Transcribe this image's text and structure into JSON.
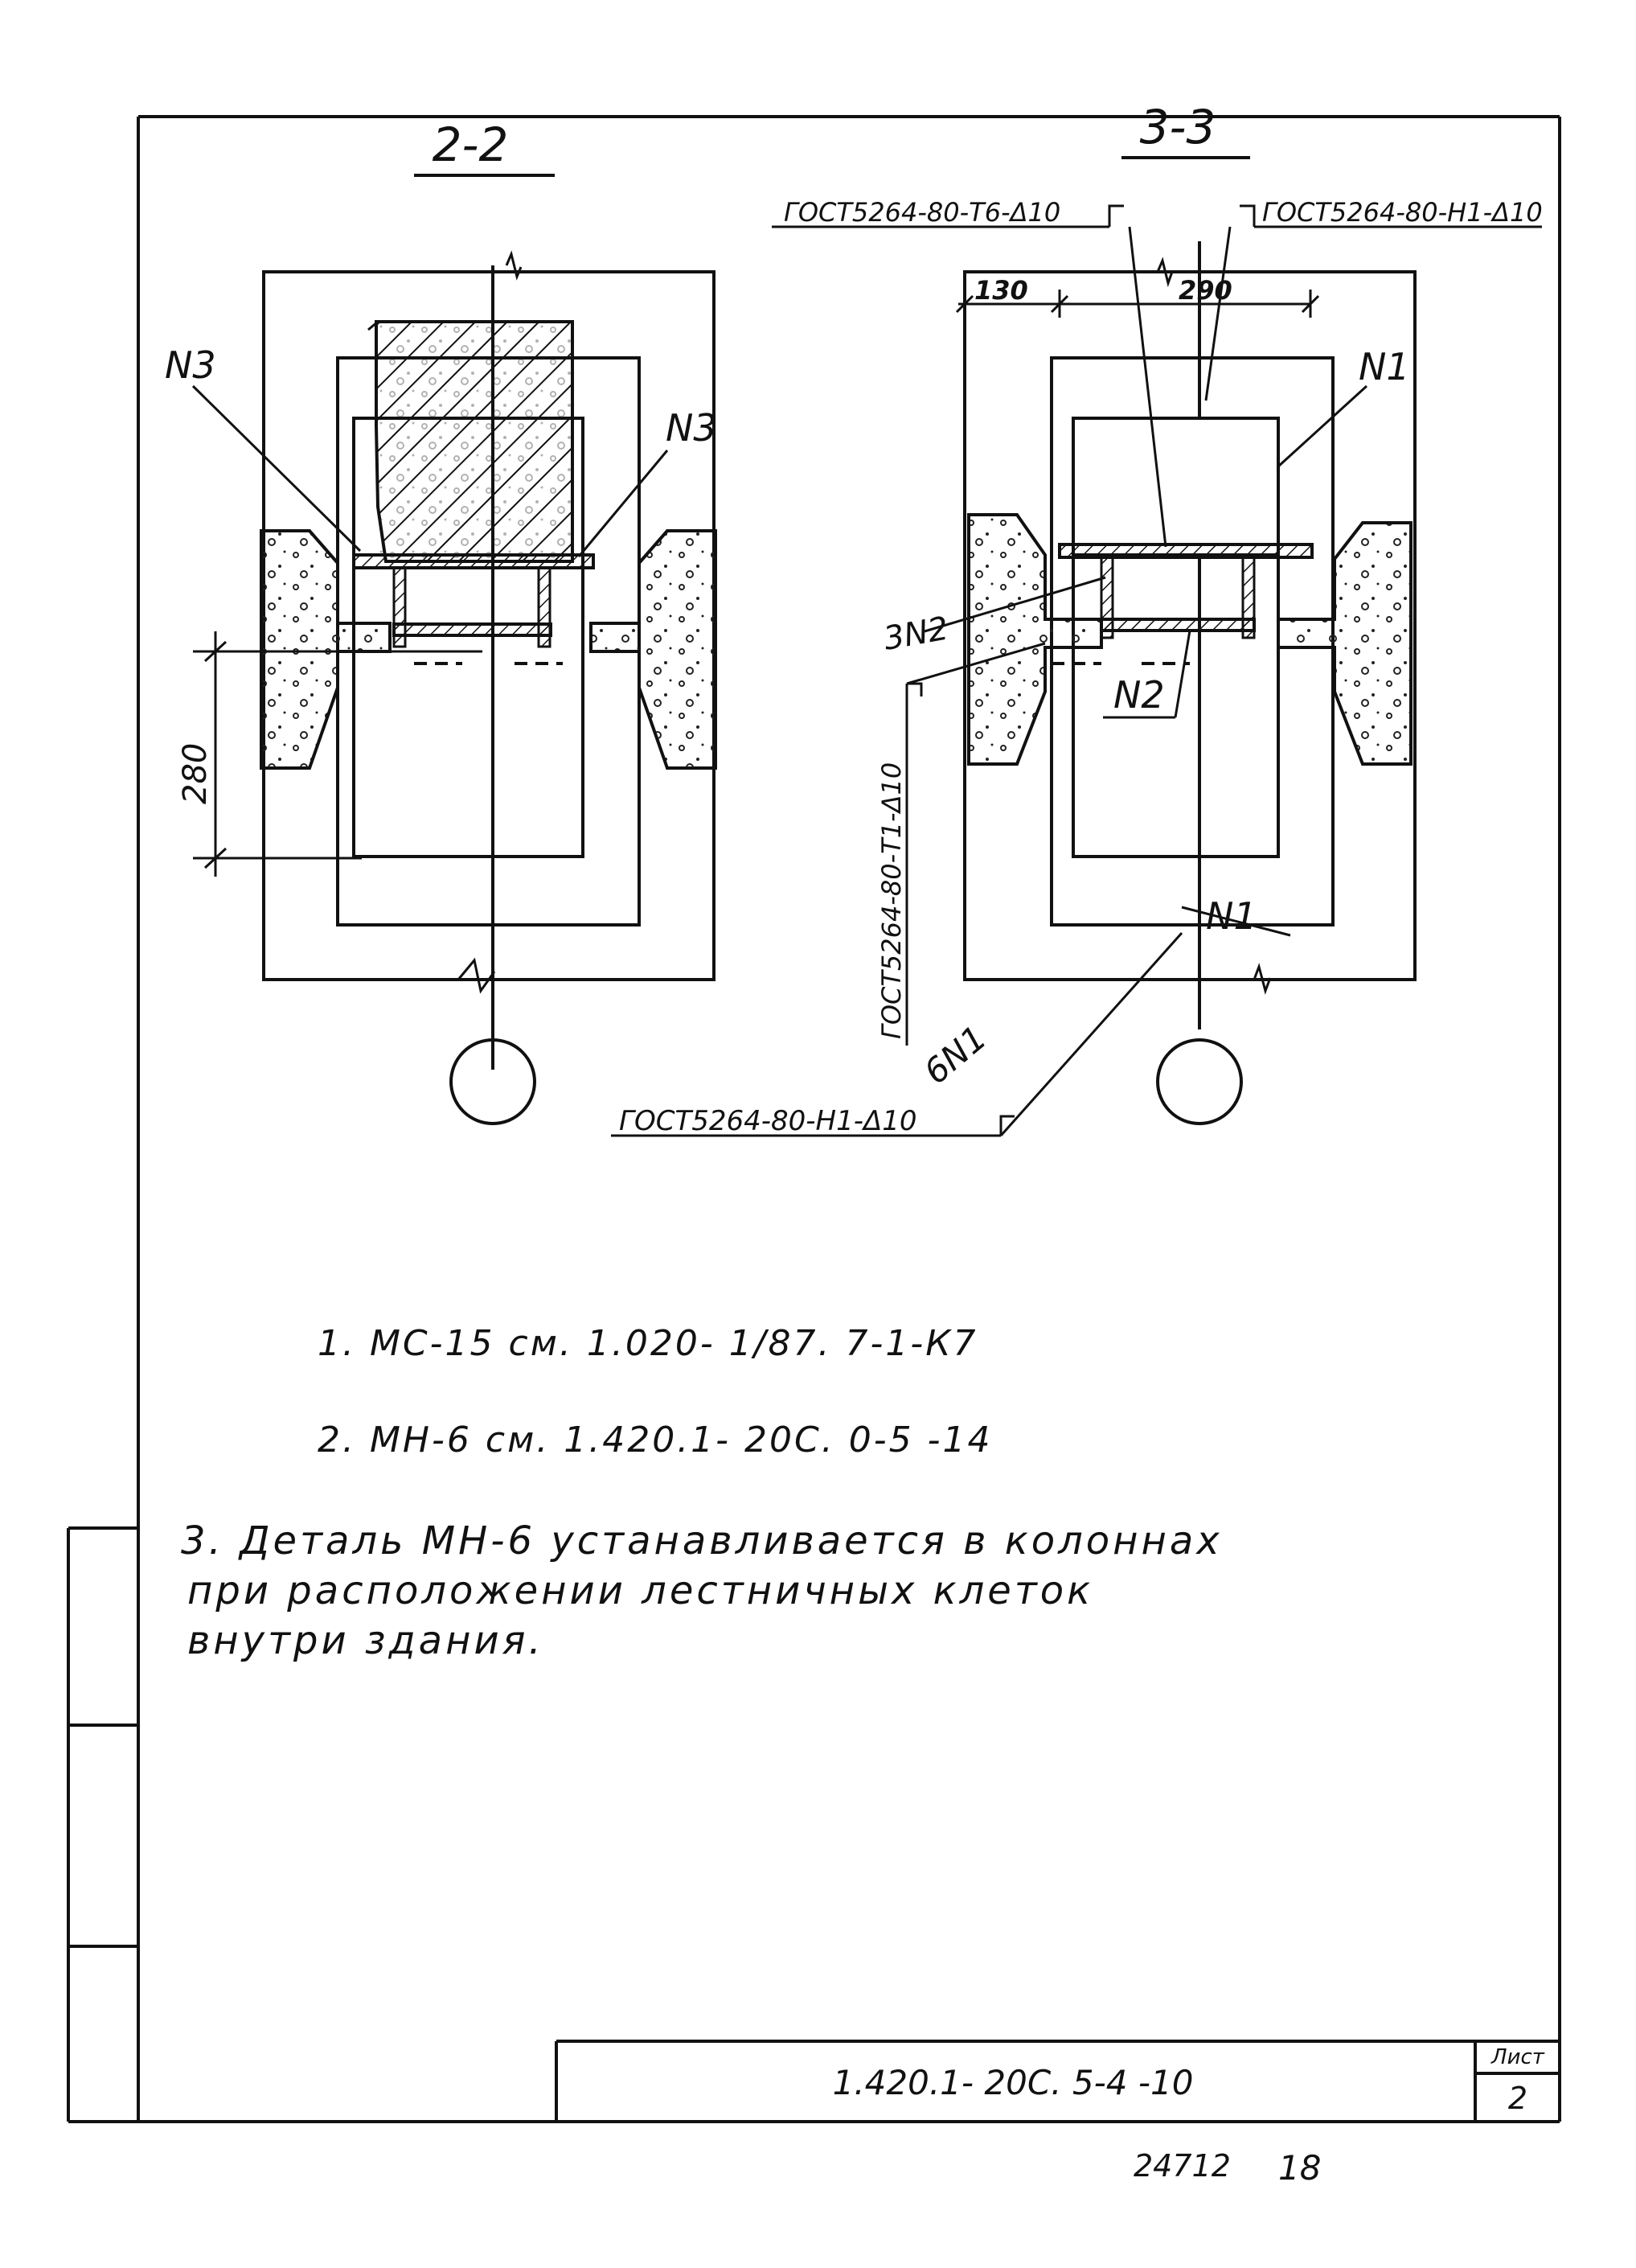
{
  "sections": {
    "left": {
      "title": "2-2",
      "dimension": "280",
      "marks": [
        "N3",
        "N3"
      ]
    },
    "right": {
      "title": "3-3",
      "weld_top_left": "ГОСТ5264-80-Т6-Δ10",
      "weld_top_right": "ГОСТ5264-80-Н1-Δ10",
      "dim_a": "130",
      "dim_b": "290",
      "mark_n1_top": "N1",
      "mark_n1_bottom": "N1",
      "mark_n2": "N2",
      "mark_3n2": "3N2",
      "weld_vertical": "ГОСТ5264-80-Т1-Δ10",
      "mark_6n1": "6N1",
      "weld_bottom": "ГОСТ5264-80-Н1-Δ10"
    }
  },
  "notes": {
    "n1": "1. МС-15 см. 1.020- 1/87. 7-1-К7",
    "n2": "2. МН-6 см. 1.420.1- 20С. 0-5 -14",
    "n3_line1": "3. Деталь МН-6 устанавливается в колоннах",
    "n3_line2": "при расположении лестничных клеток",
    "n3_line3": "внутри здания."
  },
  "title_block": {
    "code": "1.420.1- 20С. 5-4 -10",
    "sheet_label": "Лист",
    "sheet_number": "2"
  },
  "footer": {
    "archive_number": "24712",
    "page": "18"
  }
}
